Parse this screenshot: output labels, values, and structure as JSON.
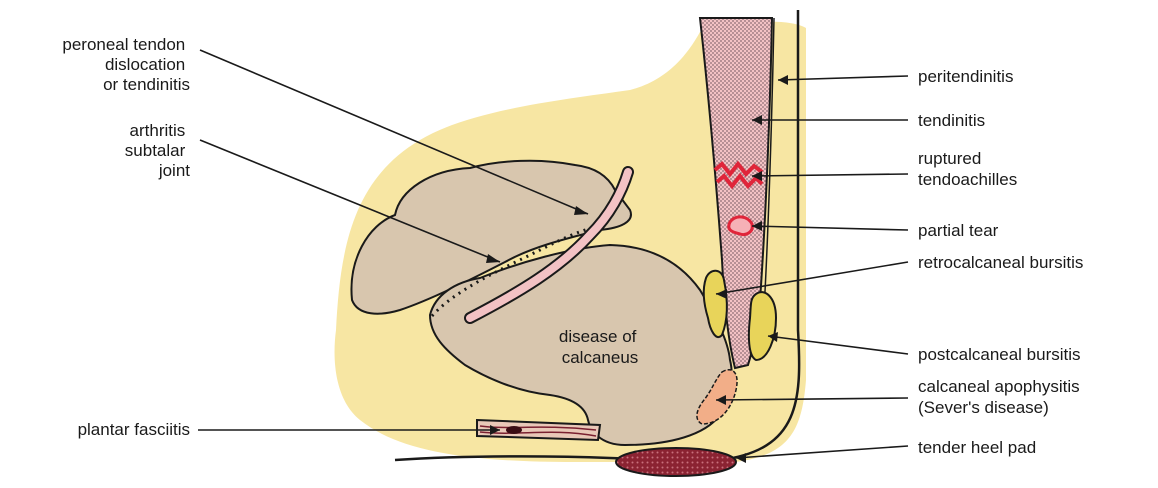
{
  "labels": {
    "peroneal": [
      "peroneal tendon",
      "dislocation",
      "or tendinitis"
    ],
    "arthritis": [
      "arthritis",
      "subtalar",
      "joint"
    ],
    "plantar": "plantar fasciitis",
    "disease": [
      "disease of",
      "calcaneus"
    ],
    "peritendinitis": "peritendinitis",
    "tendinitis": "tendinitis",
    "ruptured": [
      "ruptured",
      "tendoachilles"
    ],
    "partial_tear": "partial tear",
    "retrocalcaneal": "retrocalcaneal bursitis",
    "postcalcaneal": "postcalcaneal bursitis",
    "apophysitis": [
      "calcaneal apophysitis",
      "(Sever's disease)"
    ],
    "heel_pad": "tender heel pad"
  },
  "colors": {
    "skin": "#f7e6a3",
    "bone": "#d8c6ae",
    "tendon": "#f3c2c4",
    "tendon_stipple": "#8c6c74",
    "bursa": "#e8d45a",
    "red": "#e0253a",
    "heel_pad": "#8b2332",
    "apophysis": "#f2ae88",
    "line": "#1a1a1a"
  }
}
